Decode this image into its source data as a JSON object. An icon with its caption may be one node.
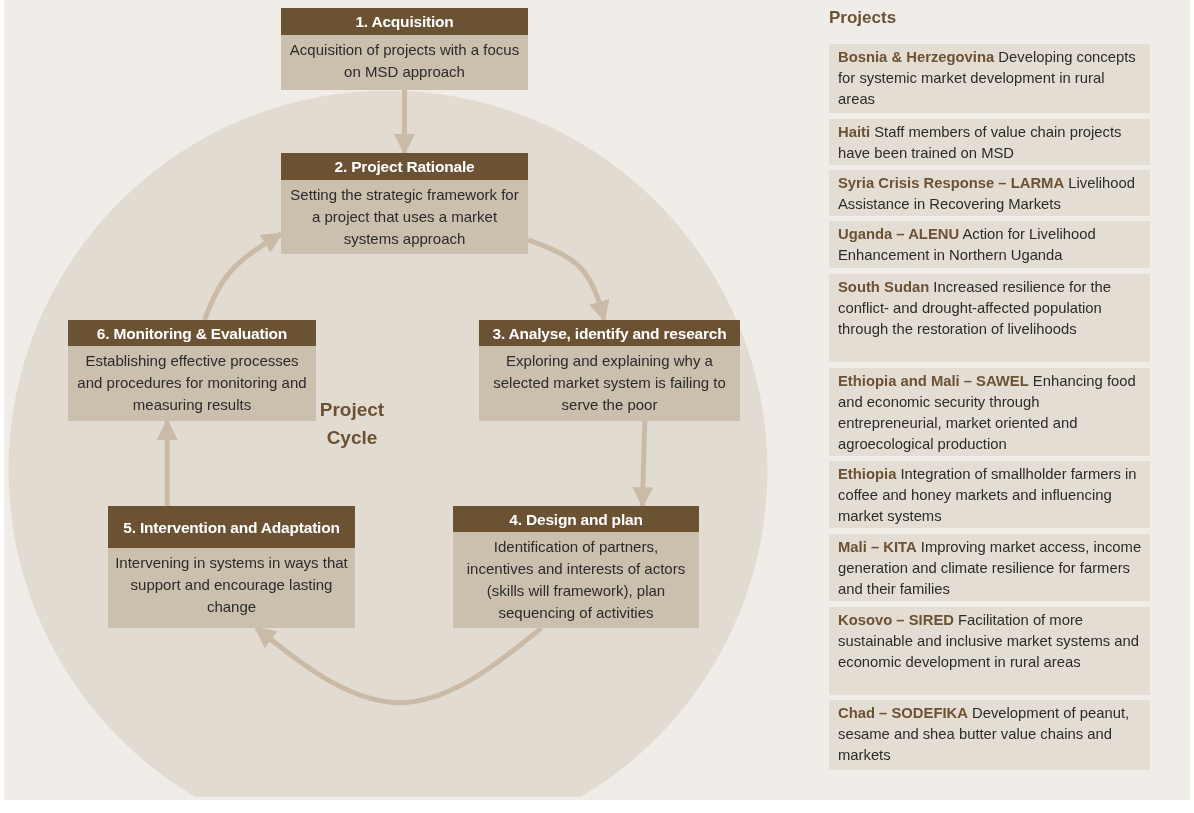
{
  "diagram": {
    "nodes": [
      {
        "text": [
          "1. Acquisition",
          "Acquisition of projects with a focus on MSD approach"
        ]
      },
      {
        "text": [
          "Project Cycle"
        ]
      },
      {
        "text": [
          "2. Project Rationale",
          "Setting the strategic framework for a project that uses a market systems approach"
        ],
        "in": 1
      },
      {
        "text": [
          "3. Analyse, identify and research",
          "Exploring and explaining why a selected market system is failing to serve the poor"
        ],
        "in": 1
      },
      {
        "text": [
          "4. Design and plan",
          "Identification of partners, incentives and interests of actors (skills will framework), plan sequencing of activities"
        ],
        "in": 1
      },
      {
        "text": [
          "5. Intervention and Adaptation",
          "Intervening in systems in ways that support and encourage lasting change"
        ],
        "in": 1
      },
      {
        "text": [
          "6. Monitoring & Evaluation",
          "Establishing effective processes and procedures for monitoring and measuring results"
        ],
        "in": 1
      },
      {
        "text": [
          "**Bosnia & Herzegovina** Developing concepts for systemic market development in rural areas"
        ]
      },
      {
        "text": [
          "**Haiti** Staff members of value chain projects have been trained on MSD"
        ]
      },
      {
        "text": [
          "**Syria Crisis Response – LARMA** Livelihood Assistance in Recovering Markets"
        ]
      },
      {
        "text": [
          "**Uganda – ALENU** Action for Livelihood Enhancement in Northern Uganda"
        ]
      },
      {
        "text": [
          "**South Sudan** Increased resilience for the conflict- and drought-affected population through the restoration of livelihoods"
        ]
      },
      {
        "text": [
          "**Ethiopia and Mali – SAWEL** Enhancing food and economic security through entrepreneurial, market oriented and agroecological production"
        ]
      },
      {
        "text": [
          "**Ethiopia** Integration of smallholder farmers in coffee and honey markets and influencing market systems"
        ]
      },
      {
        "text": [
          "**Mali – KITA** Improving market access, income generation and climate resilience for farmers and their families"
        ]
      },
      {
        "text": [
          "**Kosovo – SIRED** Facilitation of more sustainable and inclusive market systems and economic development in rural areas"
        ]
      },
      {
        "text": [
          "**Chad – SODEFIKA** Development of peanut, sesame and shea butter value chains and markets"
        ]
      }
    ],
    "edges": [
      {
        "from": 0,
        "to": 2,
        "arrow": "to"
      },
      {
        "from": 2,
        "to": 3,
        "arrow": "to"
      },
      {
        "from": 3,
        "to": 4,
        "arrow": "to"
      },
      {
        "from": 4,
        "to": 5,
        "arrow": "to"
      },
      {
        "from": 5,
        "to": 6,
        "arrow": "to"
      },
      {
        "from": 6,
        "to": 2,
        "arrow": "to"
      }
    ],
    "labels": [
      "Projects"
    ]
  }
}
